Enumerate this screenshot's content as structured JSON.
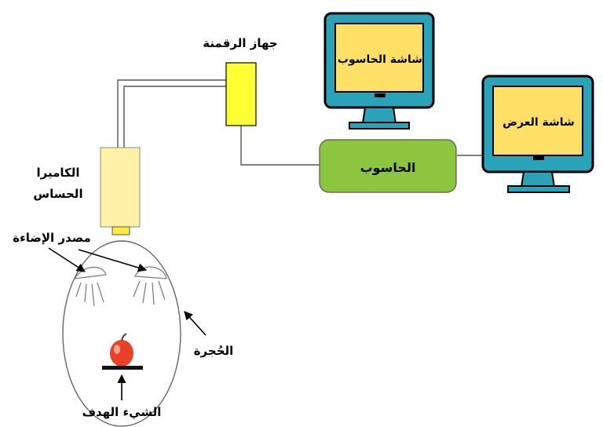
{
  "labels": {
    "digitizer": "جهاز الرقمنة",
    "computer_screen": "شاشة الحاسوب",
    "display_screen": "شاشة العرض",
    "computer": "الحاسوب",
    "camera_line1": "الكاميرا",
    "camera_line2": "الحساس",
    "light_source": "مصدر الإضاءة",
    "chamber": "الحُجرة",
    "target_object": "الشيء الهدف"
  },
  "colors": {
    "screen_fill": "#ffe066",
    "monitor_frame": "#2aa3b8",
    "monitor_outline": "#000000",
    "computer_box": "#8cc63f",
    "digitizer_box": "#ffff33",
    "camera_body": "#fff2a8",
    "camera_lens": "#ffeb3b",
    "apple": "#e8412a"
  },
  "icons": [
    "monitor-icon",
    "apple-icon",
    "lamp-icon",
    "camera-icon"
  ]
}
